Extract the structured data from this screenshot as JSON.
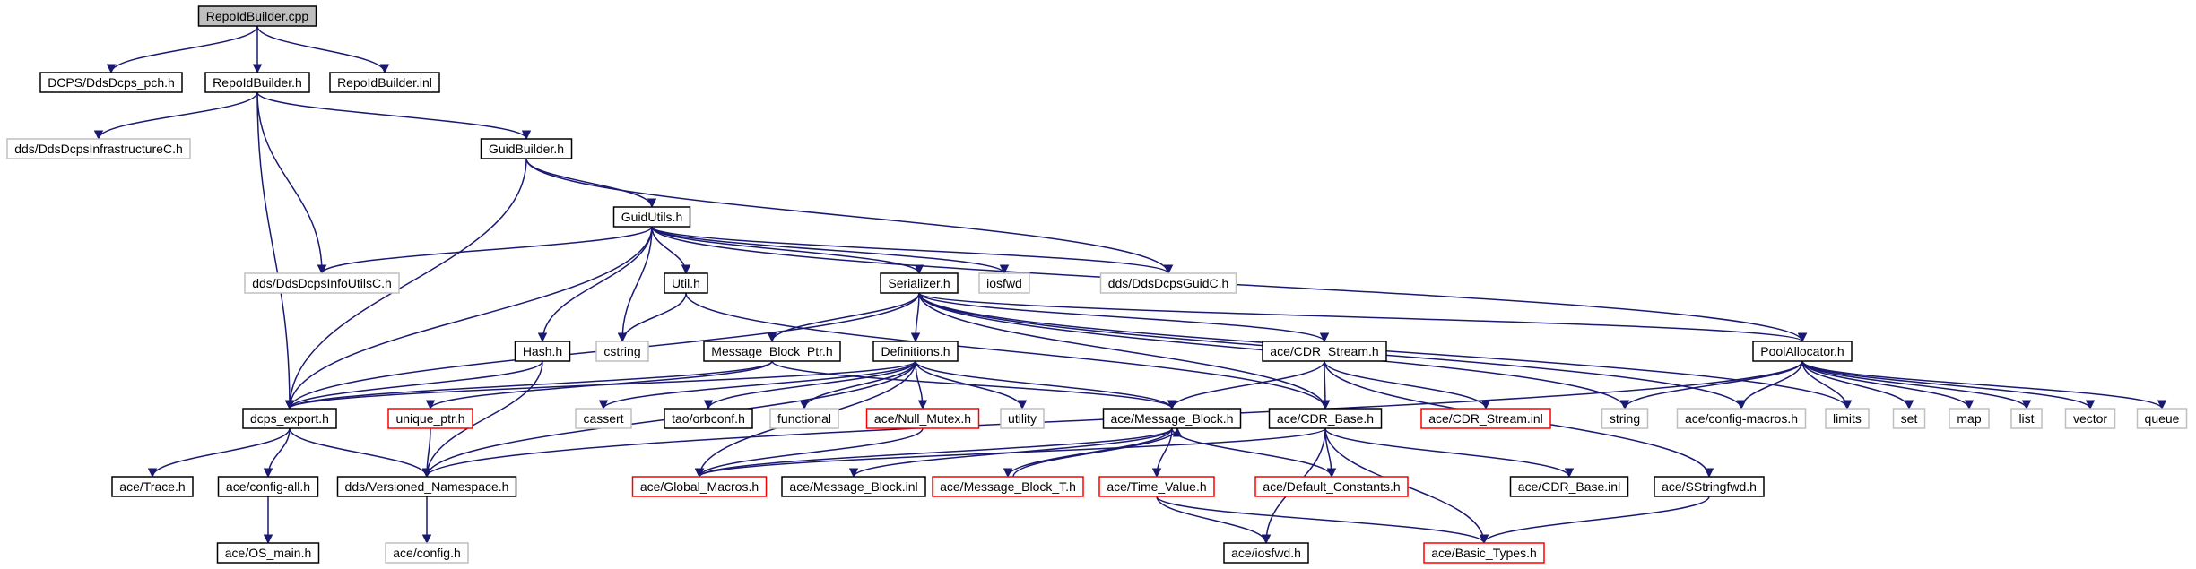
{
  "colors": {
    "edge": "#191970",
    "root_fill": "#bfbfbf",
    "root_border": "#000000",
    "normal_border": "#000000",
    "truncated_border": "#ff0000",
    "external_border": "#bfbfbf",
    "external_text": "#000000"
  },
  "graph": {
    "nodes": [
      {
        "id": "root",
        "label": "RepoIdBuilder.cpp",
        "style": "root"
      },
      {
        "id": "dcps_pch",
        "label": "DCPS/DdsDcps_pch.h",
        "style": "normal"
      },
      {
        "id": "repoidbuilder_h",
        "label": "RepoIdBuilder.h",
        "style": "normal"
      },
      {
        "id": "repoidbuilder_inl",
        "label": "RepoIdBuilder.inl",
        "style": "normal"
      },
      {
        "id": "dds_infra",
        "label": "dds/DdsDcpsInfrastructureC.h",
        "style": "external"
      },
      {
        "id": "guidbuilder_h",
        "label": "GuidBuilder.h",
        "style": "normal"
      },
      {
        "id": "guidutils_h",
        "label": "GuidUtils.h",
        "style": "normal"
      },
      {
        "id": "dds_infoutils",
        "label": "dds/DdsDcpsInfoUtilsC.h",
        "style": "external"
      },
      {
        "id": "iosfwd",
        "label": "iosfwd",
        "style": "external"
      },
      {
        "id": "dds_guid",
        "label": "dds/DdsDcpsGuidC.h",
        "style": "external"
      },
      {
        "id": "util_h",
        "label": "Util.h",
        "style": "normal"
      },
      {
        "id": "serializer_h",
        "label": "Serializer.h",
        "style": "normal"
      },
      {
        "id": "hash_h",
        "label": "Hash.h",
        "style": "normal"
      },
      {
        "id": "cstring",
        "label": "cstring",
        "style": "external"
      },
      {
        "id": "message_block_ptr",
        "label": "Message_Block_Ptr.h",
        "style": "normal"
      },
      {
        "id": "definitions_h",
        "label": "Definitions.h",
        "style": "normal"
      },
      {
        "id": "cdr_stream_h",
        "label": "ace/CDR_Stream.h",
        "style": "normal"
      },
      {
        "id": "poolallocator_h",
        "label": "PoolAllocator.h",
        "style": "normal"
      },
      {
        "id": "dcps_export",
        "label": "dcps_export.h",
        "style": "normal"
      },
      {
        "id": "unique_ptr",
        "label": "unique_ptr.h",
        "style": "truncated"
      },
      {
        "id": "cassert",
        "label": "cassert",
        "style": "external"
      },
      {
        "id": "orbconf",
        "label": "tao/orbconf.h",
        "style": "normal"
      },
      {
        "id": "functional",
        "label": "functional",
        "style": "external"
      },
      {
        "id": "null_mutex",
        "label": "ace/Null_Mutex.h",
        "style": "truncated"
      },
      {
        "id": "utility",
        "label": "utility",
        "style": "external"
      },
      {
        "id": "message_block_h",
        "label": "ace/Message_Block.h",
        "style": "normal"
      },
      {
        "id": "cdr_base_h",
        "label": "ace/CDR_Base.h",
        "style": "normal"
      },
      {
        "id": "cdr_stream_inl",
        "label": "ace/CDR_Stream.inl",
        "style": "truncated"
      },
      {
        "id": "string",
        "label": "string",
        "style": "external"
      },
      {
        "id": "config_macros",
        "label": "ace/config-macros.h",
        "style": "external"
      },
      {
        "id": "limits",
        "label": "limits",
        "style": "external"
      },
      {
        "id": "set",
        "label": "set",
        "style": "external"
      },
      {
        "id": "map",
        "label": "map",
        "style": "external"
      },
      {
        "id": "list",
        "label": "list",
        "style": "external"
      },
      {
        "id": "vector",
        "label": "vector",
        "style": "external"
      },
      {
        "id": "queue",
        "label": "queue",
        "style": "external"
      },
      {
        "id": "ace_trace",
        "label": "ace/Trace.h",
        "style": "normal"
      },
      {
        "id": "config_all",
        "label": "ace/config-all.h",
        "style": "normal"
      },
      {
        "id": "versioned_ns",
        "label": "dds/Versioned_Namespace.h",
        "style": "normal"
      },
      {
        "id": "global_macros",
        "label": "ace/Global_Macros.h",
        "style": "truncated"
      },
      {
        "id": "message_block_inl",
        "label": "ace/Message_Block.inl",
        "style": "normal"
      },
      {
        "id": "message_block_t",
        "label": "ace/Message_Block_T.h",
        "style": "truncated"
      },
      {
        "id": "time_value",
        "label": "ace/Time_Value.h",
        "style": "truncated"
      },
      {
        "id": "default_constants",
        "label": "ace/Default_Constants.h",
        "style": "truncated"
      },
      {
        "id": "cdr_base_inl",
        "label": "ace/CDR_Base.inl",
        "style": "normal"
      },
      {
        "id": "sstringfwd",
        "label": "ace/SStringfwd.h",
        "style": "normal"
      },
      {
        "id": "os_main",
        "label": "ace/OS_main.h",
        "style": "normal"
      },
      {
        "id": "ace_config",
        "label": "ace/config.h",
        "style": "external"
      },
      {
        "id": "ace_iosfwd",
        "label": "ace/iosfwd.h",
        "style": "normal"
      },
      {
        "id": "basic_types",
        "label": "ace/Basic_Types.h",
        "style": "truncated"
      }
    ],
    "edges": [
      [
        "root",
        "dcps_pch"
      ],
      [
        "root",
        "repoidbuilder_h"
      ],
      [
        "root",
        "repoidbuilder_inl"
      ],
      [
        "repoidbuilder_h",
        "dds_infra"
      ],
      [
        "repoidbuilder_h",
        "guidbuilder_h"
      ],
      [
        "repoidbuilder_h",
        "dds_infoutils"
      ],
      [
        "repoidbuilder_h",
        "dcps_export"
      ],
      [
        "guidbuilder_h",
        "guidutils_h"
      ],
      [
        "guidbuilder_h",
        "dds_guid"
      ],
      [
        "guidbuilder_h",
        "dcps_export"
      ],
      [
        "guidutils_h",
        "dds_infoutils"
      ],
      [
        "guidutils_h",
        "dds_guid"
      ],
      [
        "guidutils_h",
        "iosfwd"
      ],
      [
        "guidutils_h",
        "util_h"
      ],
      [
        "guidutils_h",
        "serializer_h"
      ],
      [
        "guidutils_h",
        "hash_h"
      ],
      [
        "guidutils_h",
        "cstring"
      ],
      [
        "guidutils_h",
        "dcps_export"
      ],
      [
        "guidutils_h",
        "poolallocator_h"
      ],
      [
        "util_h",
        "cstring"
      ],
      [
        "util_h",
        "cdr_base_h"
      ],
      [
        "hash_h",
        "dcps_export"
      ],
      [
        "hash_h",
        "versioned_ns"
      ],
      [
        "serializer_h",
        "message_block_ptr"
      ],
      [
        "serializer_h",
        "definitions_h"
      ],
      [
        "serializer_h",
        "cdr_stream_h"
      ],
      [
        "serializer_h",
        "poolallocator_h"
      ],
      [
        "serializer_h",
        "dcps_export"
      ],
      [
        "serializer_h",
        "cdr_base_h"
      ],
      [
        "serializer_h",
        "string"
      ],
      [
        "serializer_h",
        "config_macros"
      ],
      [
        "serializer_h",
        "limits"
      ],
      [
        "message_block_ptr",
        "dcps_export"
      ],
      [
        "message_block_ptr",
        "unique_ptr"
      ],
      [
        "message_block_ptr",
        "message_block_h"
      ],
      [
        "definitions_h",
        "dcps_export"
      ],
      [
        "definitions_h",
        "versioned_ns"
      ],
      [
        "definitions_h",
        "cassert"
      ],
      [
        "definitions_h",
        "orbconf"
      ],
      [
        "definitions_h",
        "functional"
      ],
      [
        "definitions_h",
        "null_mutex"
      ],
      [
        "definitions_h",
        "utility"
      ],
      [
        "definitions_h",
        "message_block_h"
      ],
      [
        "definitions_h",
        "global_macros"
      ],
      [
        "cdr_stream_h",
        "message_block_h"
      ],
      [
        "cdr_stream_h",
        "cdr_base_h"
      ],
      [
        "cdr_stream_h",
        "cdr_stream_inl"
      ],
      [
        "cdr_stream_h",
        "sstringfwd"
      ],
      [
        "poolallocator_h",
        "versioned_ns"
      ],
      [
        "poolallocator_h",
        "string"
      ],
      [
        "poolallocator_h",
        "config_macros"
      ],
      [
        "poolallocator_h",
        "limits"
      ],
      [
        "poolallocator_h",
        "set"
      ],
      [
        "poolallocator_h",
        "map"
      ],
      [
        "poolallocator_h",
        "list"
      ],
      [
        "poolallocator_h",
        "vector"
      ],
      [
        "poolallocator_h",
        "queue"
      ],
      [
        "dcps_export",
        "ace_trace"
      ],
      [
        "dcps_export",
        "config_all"
      ],
      [
        "dcps_export",
        "versioned_ns"
      ],
      [
        "unique_ptr",
        "versioned_ns"
      ],
      [
        "null_mutex",
        "global_macros"
      ],
      [
        "message_block_h",
        "global_macros"
      ],
      [
        "message_block_h",
        "message_block_inl"
      ],
      [
        "message_block_h",
        "message_block_t"
      ],
      [
        "message_block_h",
        "time_value"
      ],
      [
        "message_block_h",
        "default_constants"
      ],
      [
        "message_block_t",
        "message_block_h"
      ],
      [
        "cdr_base_h",
        "global_macros"
      ],
      [
        "cdr_base_h",
        "default_constants"
      ],
      [
        "cdr_base_h",
        "cdr_base_inl"
      ],
      [
        "cdr_base_h",
        "ace_iosfwd"
      ],
      [
        "cdr_base_h",
        "basic_types"
      ],
      [
        "config_all",
        "os_main"
      ],
      [
        "versioned_ns",
        "ace_config"
      ],
      [
        "time_value",
        "ace_iosfwd"
      ],
      [
        "time_value",
        "basic_types"
      ],
      [
        "sstringfwd",
        "basic_types"
      ]
    ]
  }
}
